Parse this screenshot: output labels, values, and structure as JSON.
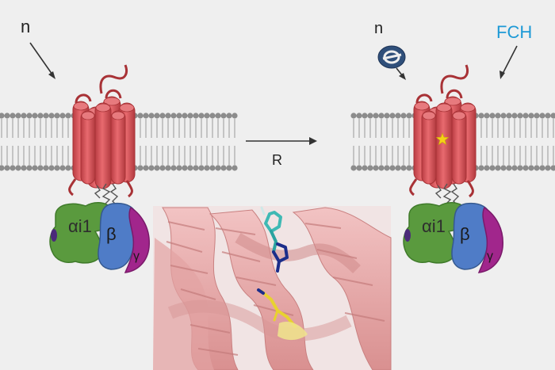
{
  "labels": {
    "left_ligand": "n",
    "right_ligand": "n",
    "right_agonist": "FCH",
    "arrow": "R",
    "alpha": "αi1",
    "beta": "β",
    "gamma": "γ"
  },
  "colors": {
    "background": "#efefef",
    "membrane_head": "#8c8c8c",
    "receptor": "#d9555b",
    "receptor_dark": "#a83236",
    "g_alpha": "#5a9a3e",
    "g_beta": "#4f7cc7",
    "g_gamma": "#a1268c",
    "agonist_label": "#1e9ad6",
    "helix": "#e6aaaa",
    "star": "#f5d117",
    "antagonist": "#2f4f7a"
  },
  "icons": [
    "antagonist-no-symbol-icon",
    "star-icon",
    "receptor-helix-icon"
  ]
}
